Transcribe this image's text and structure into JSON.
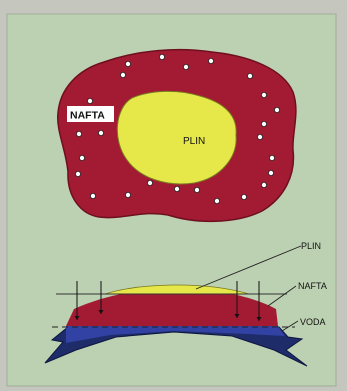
{
  "top_map": {
    "outer_label": "NAFTA",
    "inner_label": "PLIN"
  },
  "cross_section": {
    "label_gas": "PLIN",
    "label_oil": "NAFTA",
    "label_water": "VODA"
  },
  "colors": {
    "paper": "#c6c8bf",
    "panel": "#bcd1b3",
    "oil": "#a31b33",
    "gas": "#e6e84a",
    "water": "#2f3fa0",
    "rock": "#1d2b66"
  },
  "icons": {
    "well_marker": "circle-dot-icon"
  }
}
